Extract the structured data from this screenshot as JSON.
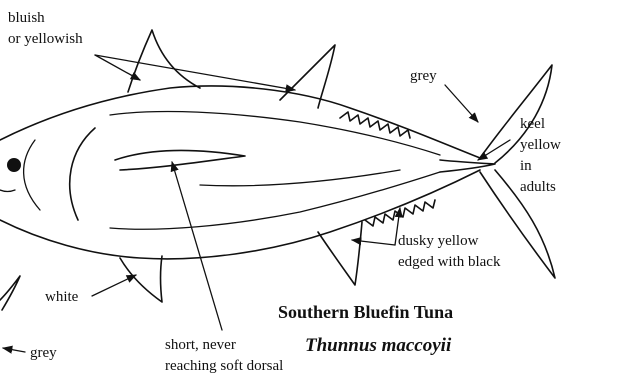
{
  "labels": {
    "dorsal_color_line1": "bluish",
    "dorsal_color_line2": "or yellowish",
    "tail_color": "grey",
    "keel_line1": "keel",
    "keel_line2": "yellow",
    "keel_line3": "in",
    "keel_line4": "adults",
    "finlets_line1": "dusky yellow",
    "finlets_line2": "edged with black",
    "belly_color": "white",
    "pelvic_color": "grey",
    "pectoral_line1": "short, never",
    "pectoral_line2": "reaching soft dorsal"
  },
  "title": {
    "common_name": "Southern Bluefin Tuna",
    "scientific_name": "Thunnus maccoyii"
  }
}
